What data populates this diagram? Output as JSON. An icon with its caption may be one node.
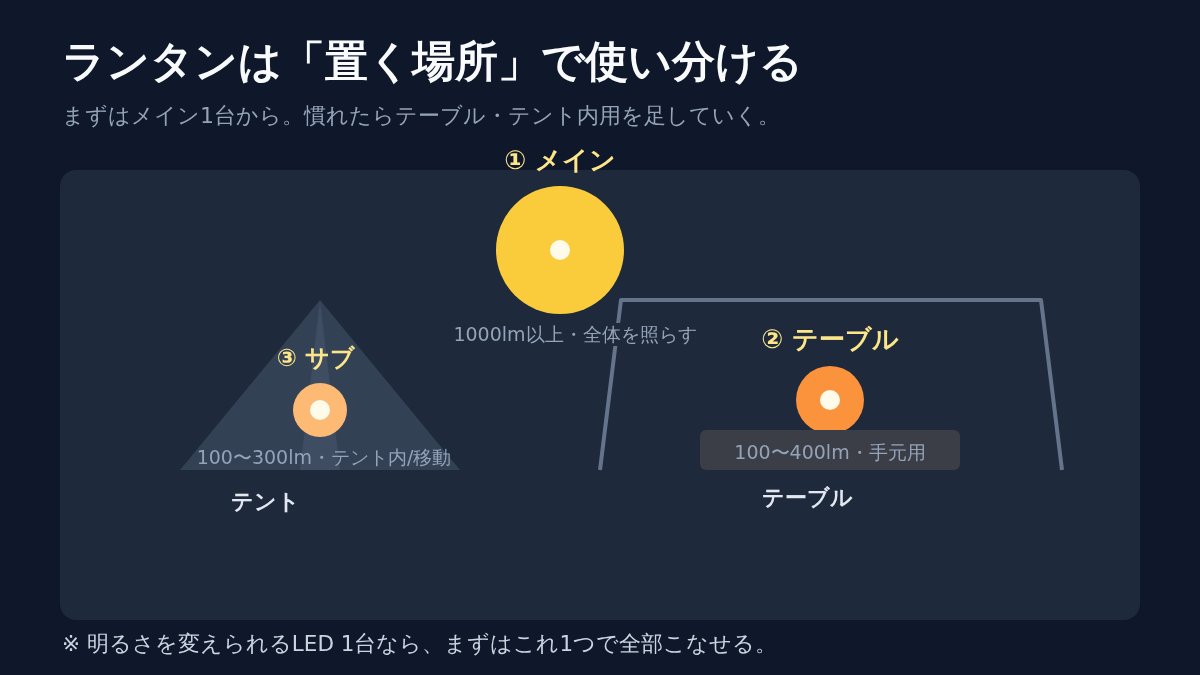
{
  "diagram": {
    "title": "ランタンは「置く場所」で使い分ける",
    "nodes": [
      {
        "text": [
          "① メイン",
          "1000lm以上・全体を照らす"
        ]
      },
      {
        "text": [
          "テント"
        ]
      },
      {
        "text": [
          "③ サブ",
          "100〜300lm・テント内/移動"
        ],
        "in": 1
      },
      {
        "text": [
          "テーブル"
        ]
      },
      {
        "text": [
          "② テーブル"
        ],
        "in": 3
      },
      {
        "text": [
          "100〜400lm・手元用"
        ],
        "in": 3
      }
    ],
    "labels": [
      "まずはメイン1台から。慣れたらテーブル・テント内用を足していく。",
      "※ 明るさを変えられるLED 1台なら、まずはこれ1つで全部こなせる。"
    ]
  }
}
